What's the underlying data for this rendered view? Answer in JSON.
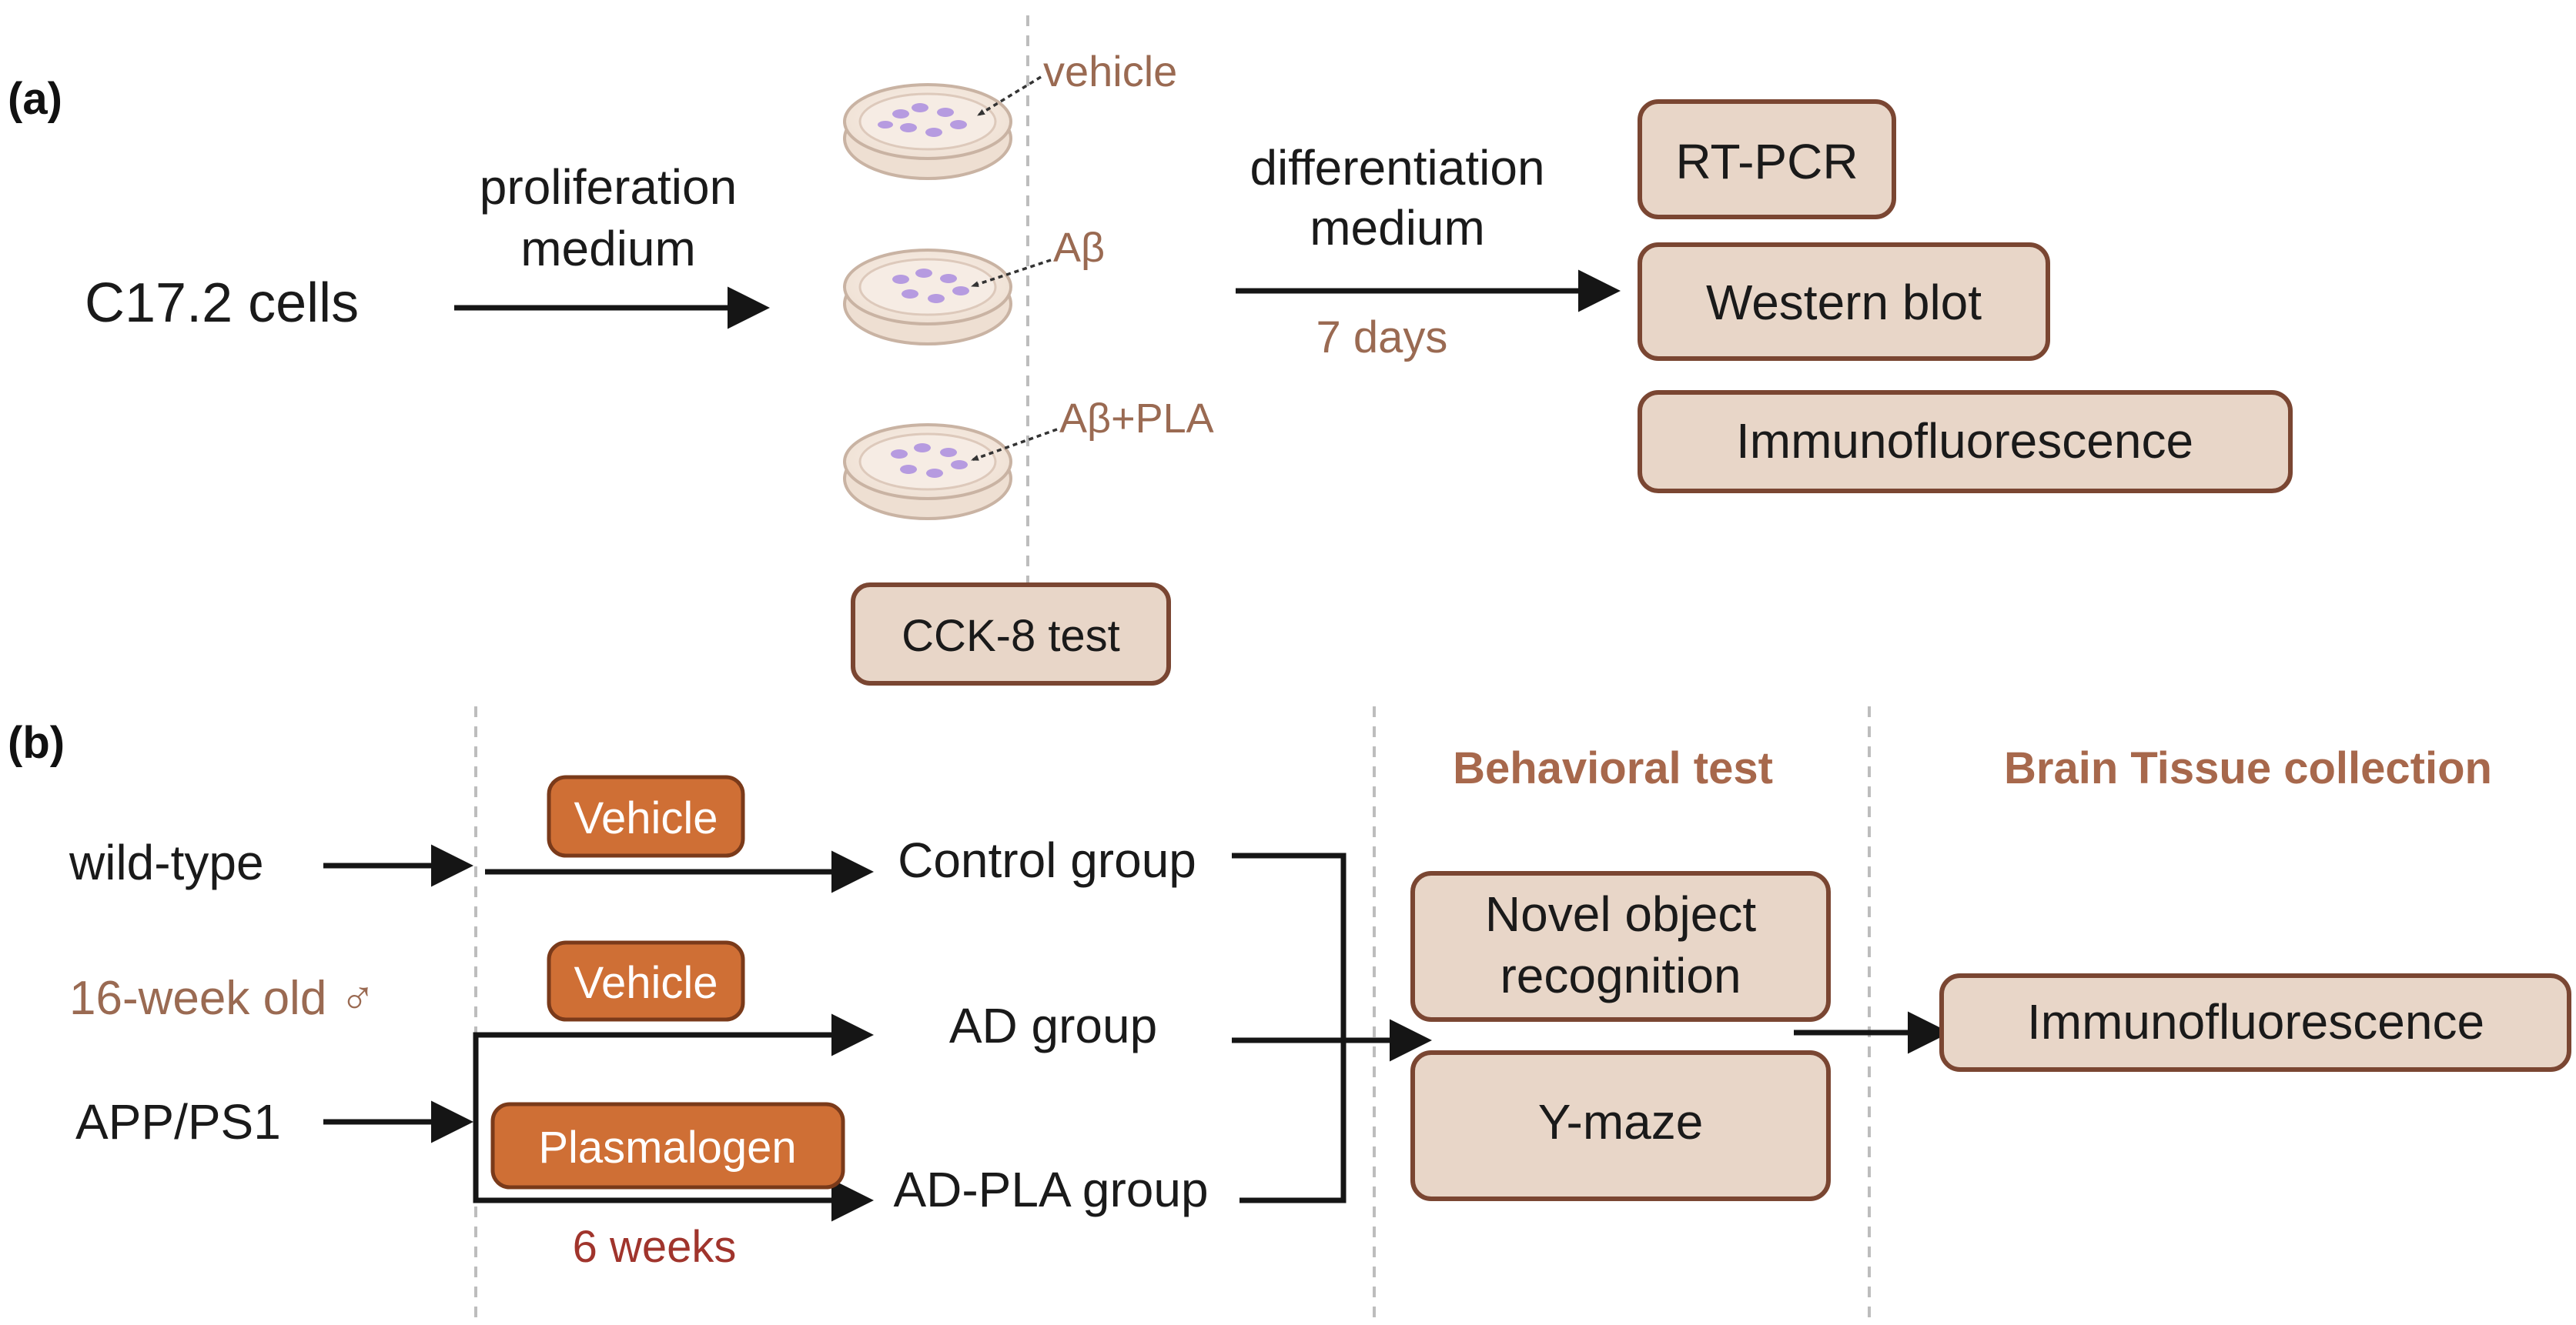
{
  "colors": {
    "box_fill": "#e8d6c8",
    "box_border": "#7a4632",
    "orange_fill": "#cf6f35",
    "brown_text": "#9a6a52",
    "red_text": "#a0342c",
    "header_text": "#a7684c"
  },
  "panel_a": {
    "label": "(a)",
    "source": "C17.2 cells",
    "step1": [
      "proliferation",
      "medium"
    ],
    "dishes": [
      "vehicle",
      "Aβ",
      "Aβ+PLA"
    ],
    "step2": [
      "differentiation",
      "medium"
    ],
    "duration": "7 days",
    "viability": "CCK-8 test",
    "assays": [
      "RT-PCR",
      "Western blot",
      "Immunofluorescence"
    ]
  },
  "panel_b": {
    "label": "(b)",
    "strains": [
      "wild-type",
      "APP/PS1"
    ],
    "age": "16-week old ♂",
    "treatments": [
      "Vehicle",
      "Vehicle",
      "Plasmalogen"
    ],
    "duration": "6 weeks",
    "groups": [
      "Control group",
      "AD group",
      "AD-PLA group"
    ],
    "behavior_header": "Behavioral test",
    "behavior_tests": [
      [
        "Novel object",
        "recognition"
      ],
      [
        "Y-maze"
      ]
    ],
    "collection_header": "Brain Tissue collection",
    "collection_assay": "Immunofluorescence"
  }
}
